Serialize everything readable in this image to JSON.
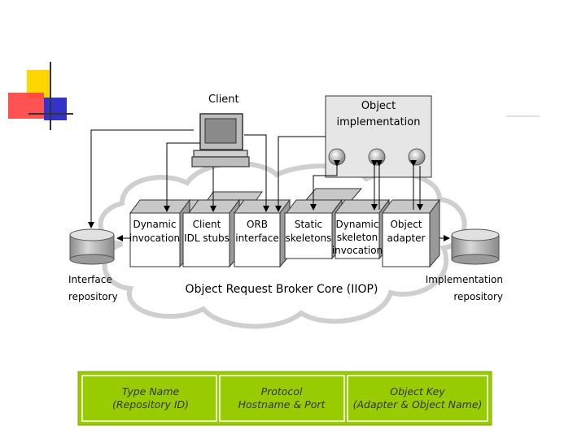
{
  "diagram": {
    "client_label": "Client",
    "object_impl": {
      "line1": "Object",
      "line2": "implementation"
    },
    "modules": [
      {
        "line1": "Dynamic",
        "line2": "invocation",
        "line3": ""
      },
      {
        "line1": "Client",
        "line2": "IDL stubs",
        "line3": ""
      },
      {
        "line1": "ORB",
        "line2": "interface",
        "line3": ""
      },
      {
        "line1": "Static",
        "line2": "skeletons",
        "line3": ""
      },
      {
        "line1": "Dynamic",
        "line2": "skeleton",
        "line3": "invocation"
      },
      {
        "line1": "Object",
        "line2": "adapter",
        "line3": ""
      }
    ],
    "interface_repo": {
      "line1": "Interface",
      "line2": "repository"
    },
    "impl_repo": {
      "line1": "Implementation",
      "line2": "repository"
    },
    "orb_core": "Object Request Broker Core (IIOP)"
  },
  "ior_bar": {
    "background": "#99cc00",
    "cells": [
      {
        "line1": "Type Name",
        "line2": "(Repository ID)"
      },
      {
        "line1": "Protocol",
        "line2": "Hostname & Port"
      },
      {
        "line1": "Object Key",
        "line2": "(Adapter & Object Name)"
      }
    ]
  },
  "colors": {
    "yellow": "#ffd700",
    "red": "#ff3333",
    "blue": "#3333cc"
  }
}
